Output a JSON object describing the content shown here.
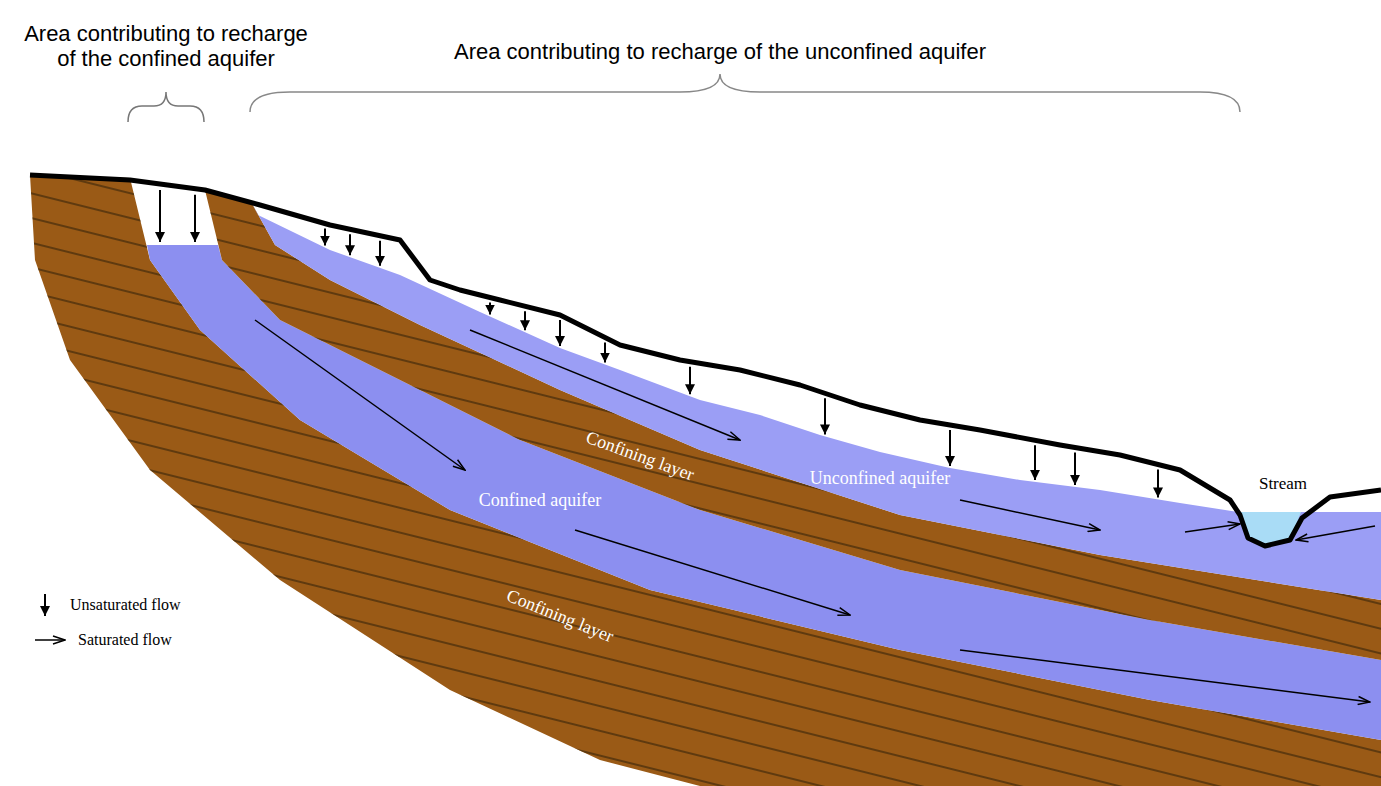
{
  "diagram": {
    "labels": [
      "Area contributing to recharge of the confined aquifer",
      "Area contributing to recharge of the unconfined aquifer",
      "Confining layer",
      "Unconfined aquifer",
      "Stream",
      "Confined aquifer",
      "Confining layer"
    ],
    "legend": [
      {
        "text": "Unsaturated flow"
      },
      {
        "text": "Saturated flow"
      }
    ]
  }
}
